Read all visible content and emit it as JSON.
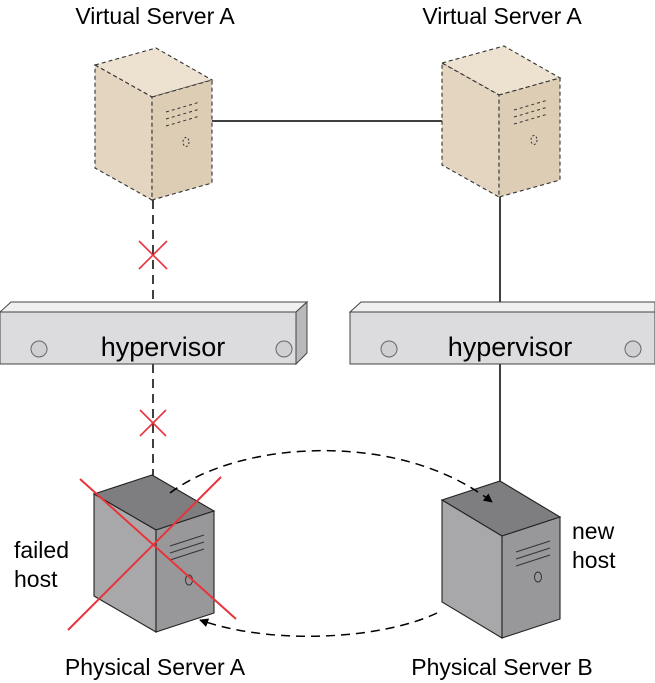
{
  "virtual_servers": {
    "left_label": "Virtual Server A",
    "right_label": "Virtual Server A"
  },
  "hypervisors": {
    "left_label": "hypervisor",
    "right_label": "hypervisor"
  },
  "physical_servers": {
    "left_label": "Physical Server A",
    "right_label": "Physical Server B"
  },
  "host_status": {
    "failed": [
      "failed",
      "host"
    ],
    "new": [
      "new",
      "host"
    ]
  },
  "colors": {
    "virtual_server_fill": "#e3d5bf",
    "physical_server_fill": "#a8a8aa",
    "hypervisor_fill": "#d9d9db",
    "failure_mark": "#e8333a",
    "line": "#000000"
  }
}
